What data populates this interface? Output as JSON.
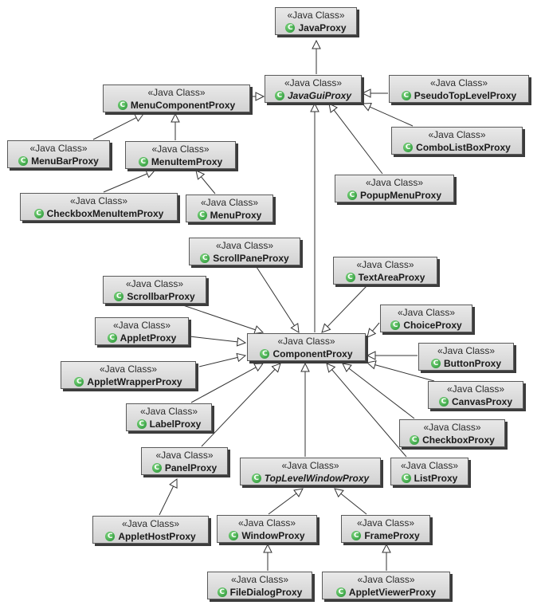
{
  "stereotype": "«Java Class»",
  "class_icon_glyph": "C",
  "classes": {
    "JavaProxy": {
      "name": "JavaProxy"
    },
    "JavaGuiProxy": {
      "name": "JavaGuiProxy",
      "abstract": true
    },
    "MenuComponentProxy": {
      "name": "MenuComponentProxy"
    },
    "PseudoTopLevelProxy": {
      "name": "PseudoTopLevelProxy"
    },
    "ComboListBoxProxy": {
      "name": "ComboListBoxProxy"
    },
    "MenuBarProxy": {
      "name": "MenuBarProxy"
    },
    "MenuItemProxy": {
      "name": "MenuItemProxy"
    },
    "PopupMenuProxy": {
      "name": "PopupMenuProxy"
    },
    "CheckboxMenuItemProxy": {
      "name": "CheckboxMenuItemProxy"
    },
    "MenuProxy": {
      "name": "MenuProxy"
    },
    "ScrollPaneProxy": {
      "name": "ScrollPaneProxy"
    },
    "TextAreaProxy": {
      "name": "TextAreaProxy"
    },
    "ScrollbarProxy": {
      "name": "ScrollbarProxy"
    },
    "ChoiceProxy": {
      "name": "ChoiceProxy"
    },
    "AppletProxy": {
      "name": "AppletProxy"
    },
    "ComponentProxy": {
      "name": "ComponentProxy"
    },
    "ButtonProxy": {
      "name": "ButtonProxy"
    },
    "AppletWrapperProxy": {
      "name": "AppletWrapperProxy"
    },
    "CanvasProxy": {
      "name": "CanvasProxy"
    },
    "LabelProxy": {
      "name": "LabelProxy"
    },
    "CheckboxProxy": {
      "name": "CheckboxProxy"
    },
    "PanelProxy": {
      "name": "PanelProxy"
    },
    "TopLevelWindowProxy": {
      "name": "TopLevelWindowProxy",
      "abstract": true
    },
    "ListProxy": {
      "name": "ListProxy"
    },
    "AppletHostProxy": {
      "name": "AppletHostProxy"
    },
    "WindowProxy": {
      "name": "WindowProxy"
    },
    "FrameProxy": {
      "name": "FrameProxy"
    },
    "FileDialogProxy": {
      "name": "FileDialogProxy"
    },
    "AppletViewerProxy": {
      "name": "AppletViewerProxy"
    }
  },
  "generalizations": [
    [
      "JavaGuiProxy",
      "JavaProxy"
    ],
    [
      "MenuComponentProxy",
      "JavaGuiProxy"
    ],
    [
      "PseudoTopLevelProxy",
      "JavaGuiProxy"
    ],
    [
      "ComboListBoxProxy",
      "JavaGuiProxy"
    ],
    [
      "PopupMenuProxy",
      "JavaGuiProxy"
    ],
    [
      "ComponentProxy",
      "JavaGuiProxy"
    ],
    [
      "MenuBarProxy",
      "MenuComponentProxy"
    ],
    [
      "MenuItemProxy",
      "MenuComponentProxy"
    ],
    [
      "CheckboxMenuItemProxy",
      "MenuItemProxy"
    ],
    [
      "MenuProxy",
      "MenuItemProxy"
    ],
    [
      "ScrollPaneProxy",
      "ComponentProxy"
    ],
    [
      "TextAreaProxy",
      "ComponentProxy"
    ],
    [
      "ScrollbarProxy",
      "ComponentProxy"
    ],
    [
      "ChoiceProxy",
      "ComponentProxy"
    ],
    [
      "AppletProxy",
      "ComponentProxy"
    ],
    [
      "ButtonProxy",
      "ComponentProxy"
    ],
    [
      "AppletWrapperProxy",
      "ComponentProxy"
    ],
    [
      "CanvasProxy",
      "ComponentProxy"
    ],
    [
      "LabelProxy",
      "ComponentProxy"
    ],
    [
      "CheckboxProxy",
      "ComponentProxy"
    ],
    [
      "PanelProxy",
      "ComponentProxy"
    ],
    [
      "TopLevelWindowProxy",
      "ComponentProxy"
    ],
    [
      "ListProxy",
      "ComponentProxy"
    ],
    [
      "AppletHostProxy",
      "PanelProxy"
    ],
    [
      "WindowProxy",
      "TopLevelWindowProxy"
    ],
    [
      "FrameProxy",
      "TopLevelWindowProxy"
    ],
    [
      "FileDialogProxy",
      "WindowProxy"
    ],
    [
      "AppletViewerProxy",
      "FrameProxy"
    ]
  ]
}
